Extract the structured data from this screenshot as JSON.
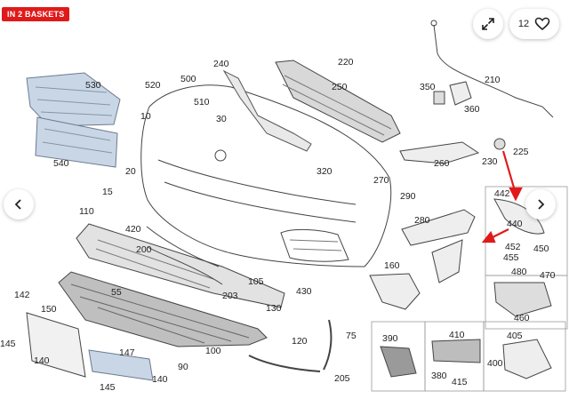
{
  "badge": {
    "label": "IN 2 BASKETS",
    "color": "#e01a1a"
  },
  "actions": {
    "expand_icon": "expand-arrows-icon",
    "favorite_count": "12",
    "favorite_icon": "heart-icon"
  },
  "nav": {
    "prev_icon": "chevron-left-icon",
    "next_icon": "chevron-right-icon"
  },
  "diagram": {
    "part_numbers": {
      "p530": "530",
      "p520": "520",
      "p500": "500",
      "p510": "510",
      "p10": "10",
      "p30": "30",
      "p240": "240",
      "p220": "220",
      "p250": "250",
      "p350": "350",
      "p210": "210",
      "p360": "360",
      "p225": "225",
      "p230": "230",
      "p260": "260",
      "p540": "540",
      "p20": "20",
      "p15": "15",
      "p320": "320",
      "p270": "270",
      "p290": "290",
      "p442": "442",
      "p440": "440",
      "p452": "452",
      "p455": "455",
      "p450": "450",
      "p110": "110",
      "p420": "420",
      "p200": "200",
      "p280": "280",
      "p160": "160",
      "p470": "470",
      "p480": "480",
      "p55": "55",
      "p203": "203",
      "p105": "105",
      "p430": "430",
      "p142": "142",
      "p150": "150",
      "p145a": "145",
      "p130": "130",
      "p460": "460",
      "p120": "120",
      "p75": "75",
      "p390": "390",
      "p410": "410",
      "p405": "405",
      "p100": "100",
      "p147": "147",
      "p140a": "140",
      "p140b": "140",
      "p90": "90",
      "p205": "205",
      "p380": "380",
      "p415": "415",
      "p400": "400",
      "p145b": "145"
    },
    "annotation_color": "#e01a1a"
  }
}
